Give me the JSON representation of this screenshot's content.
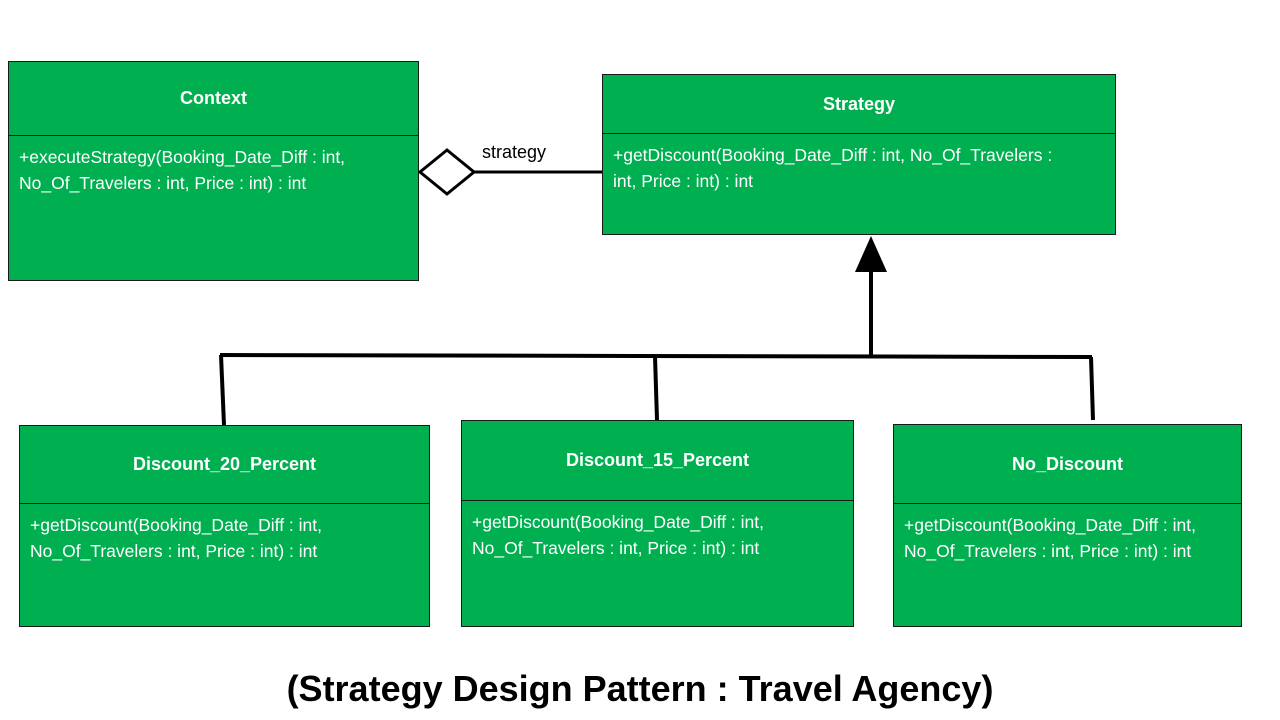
{
  "colors": {
    "class_fill": "#00b050",
    "border": "#1a1a1a",
    "text": "#ffffff",
    "line": "#000000"
  },
  "classes": {
    "context": {
      "name": "Context",
      "operation": "+executeStrategy(Booking_Date_Diff : int,\nNo_Of_Travelers : int, Price : int) :  int"
    },
    "strategy": {
      "name": "Strategy",
      "operation": "+getDiscount(Booking_Date_Diff : int, No_Of_Travelers :\nint, Price : int) :  int"
    },
    "discount_20": {
      "name": "Discount_20_Percent",
      "operation": "+getDiscount(Booking_Date_Diff : int,\nNo_Of_Travelers : int, Price : int) :  int"
    },
    "discount_15": {
      "name": "Discount_15_Percent",
      "operation": "+getDiscount(Booking_Date_Diff : int,\nNo_Of_Travelers : int, Price : int) :  int"
    },
    "no_discount": {
      "name": "No_Discount",
      "operation": "+getDiscount(Booking_Date_Diff : int,\nNo_Of_Travelers : int, Price : int) :  int"
    }
  },
  "aggregation_label": "strategy",
  "caption": "(Strategy Design Pattern : Travel Agency)"
}
